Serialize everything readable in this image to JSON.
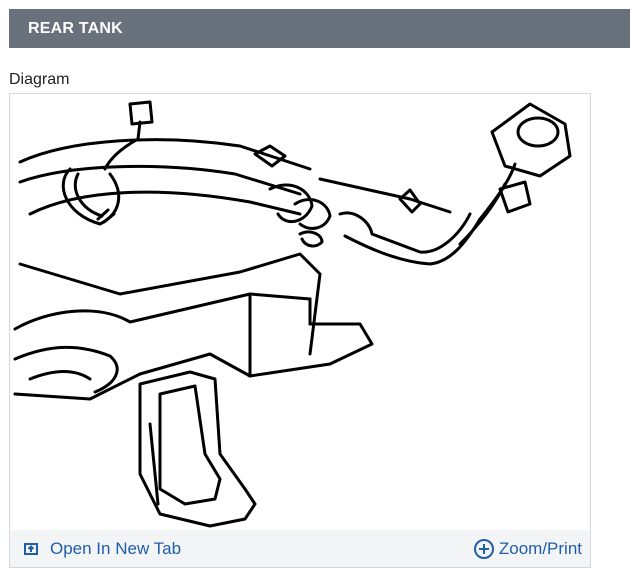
{
  "header": {
    "title": "REAR TANK"
  },
  "section": {
    "label": "Diagram"
  },
  "footer": {
    "open_label": "Open In New Tab",
    "zoom_label": "Zoom/Print"
  },
  "colors": {
    "header_bg": "#68717c",
    "link": "#1f5ea8",
    "footer_bg": "#f3f4f6"
  },
  "icons": {
    "open": "open-new-tab-icon",
    "zoom": "zoom-plus-icon"
  }
}
